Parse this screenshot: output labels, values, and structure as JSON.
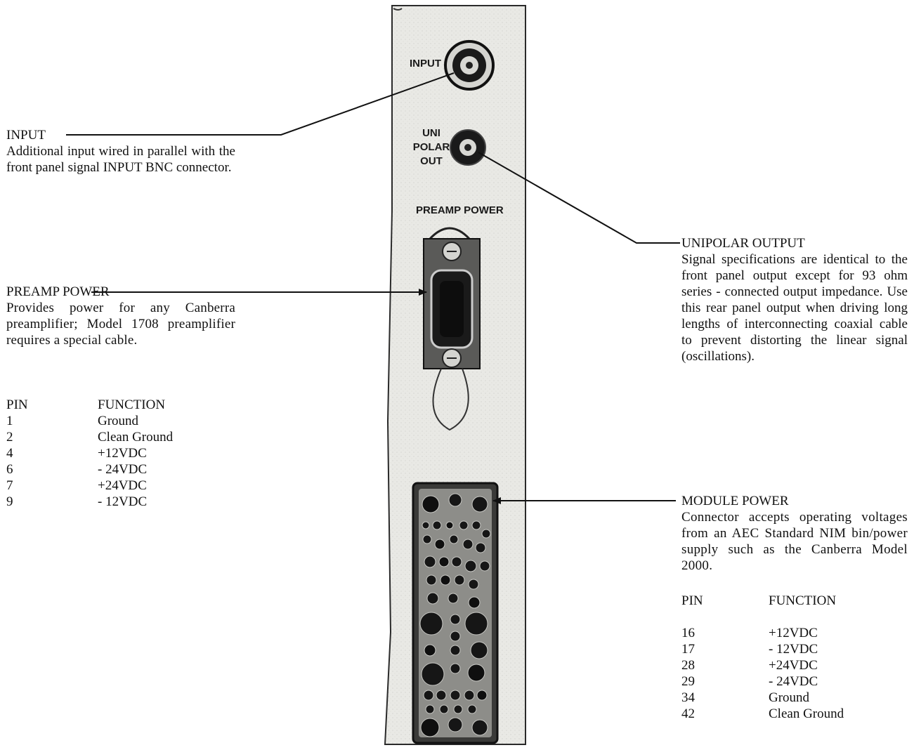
{
  "panel": {
    "labels": {
      "input": "INPUT",
      "unipolar_out": [
        "UNI",
        "POLAR",
        "OUT"
      ],
      "preamp_power": "PREAMP POWER"
    }
  },
  "callouts": {
    "input": {
      "title": "INPUT",
      "description": "Additional input wired in parallel with the front panel signal INPUT BNC connector."
    },
    "preamp_power": {
      "title": "PREAMP POWER",
      "description": "Provides power for any Canberra preamplifier; Model 1708 preamplifier requires a special cable.",
      "table_headers": {
        "pin": "PIN",
        "function": "FUNCTION"
      },
      "pins": [
        {
          "pin": "1",
          "function": "Ground"
        },
        {
          "pin": "2",
          "function": "Clean Ground"
        },
        {
          "pin": "4",
          "function": "+12VDC"
        },
        {
          "pin": "6",
          "function": "- 24VDC"
        },
        {
          "pin": "7",
          "function": "+24VDC"
        },
        {
          "pin": "9",
          "function": "- 12VDC"
        }
      ]
    },
    "unipolar_output": {
      "title": "UNIPOLAR OUTPUT",
      "description": "Signal specifications are identical to the front panel output except for 93 ohm series - connected output impedance. Use this rear panel output when driving long lengths of interconnecting coaxial cable to prevent distorting the linear signal (oscillations)."
    },
    "module_power": {
      "title": "MODULE POWER",
      "description": "Connector accepts operating voltages from an AEC Standard NIM bin/power supply such as the Canberra Model 2000.",
      "table_headers": {
        "pin": "PIN",
        "function": "FUNCTION"
      },
      "pins": [
        {
          "pin": "16",
          "function": "+12VDC"
        },
        {
          "pin": "17",
          "function": "- 12VDC"
        },
        {
          "pin": "28",
          "function": "+24VDC"
        },
        {
          "pin": "29",
          "function": "- 24VDC"
        },
        {
          "pin": "34",
          "function": "Ground"
        },
        {
          "pin": "42",
          "function": "Clean Ground"
        }
      ]
    }
  },
  "colors": {
    "ink": "#111111",
    "panel": "#e6e6e2",
    "panel_edge": "#2a2a2a"
  },
  "icons": {
    "leader_arrow": "arrowhead-icon"
  }
}
